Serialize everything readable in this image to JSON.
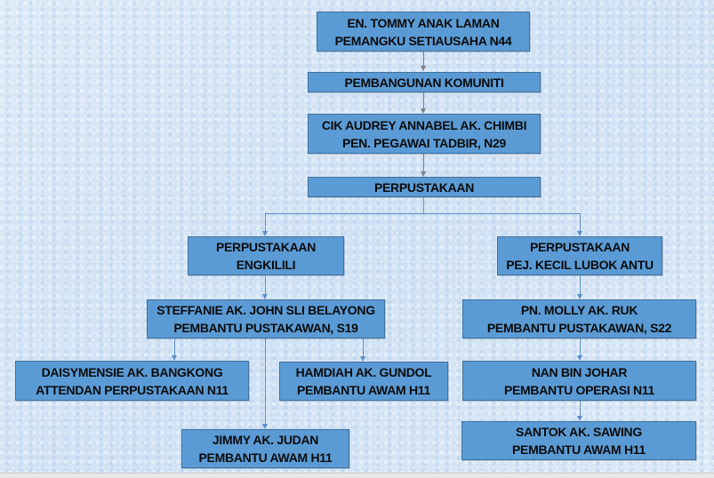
{
  "diagram": {
    "type": "org-chart",
    "colors": {
      "box_fill": "#5b9bd5",
      "box_border": "#41719c",
      "connector": "#5b8fc9",
      "connector_top": "#7f7f7f",
      "background": "#d6e6f6"
    },
    "nodes": {
      "head": {
        "line1": "EN. TOMMY ANAK LAMAN",
        "line2": "PEMANGKU SETIAUSAHA N44"
      },
      "unit_community": {
        "line1": "PEMBANGUNAN KOMUNITI"
      },
      "admin_officer": {
        "line1": "CIK AUDREY ANNABEL AK. CHIMBI",
        "line2": "PEN. PEGAWAI TADBIR, N29"
      },
      "unit_library": {
        "line1": "PERPUSTAKAAN"
      },
      "library_engkilili": {
        "line1": "PERPUSTAKAAN",
        "line2": "ENGKILILI"
      },
      "library_lubok_antu": {
        "line1": "PERPUSTAKAAN",
        "line2": "PEJ. KECIL LUBOK ANTU"
      },
      "steffanie": {
        "line1": "STEFFANIE AK. JOHN SLI BELAYONG",
        "line2": "PEMBANTU PUSTAKAWAN, S19"
      },
      "daisymensie": {
        "line1": "DAISYMENSIE AK. BANGKONG",
        "line2": "ATTENDAN PERPUSTAKAAN N11"
      },
      "hamdiah": {
        "line1": "HAMDIAH AK. GUNDOL",
        "line2": "PEMBANTU AWAM H11"
      },
      "jimmy": {
        "line1": "JIMMY AK. JUDAN",
        "line2": "PEMBANTU AWAM H11"
      },
      "molly": {
        "line1": "PN. MOLLY AK. RUK",
        "line2": "PEMBANTU PUSTAKAWAN, S22"
      },
      "nan": {
        "line1": "NAN BIN JOHAR",
        "line2": "PEMBANTU OPERASI N11"
      },
      "santok": {
        "line1": "SANTOK AK. SAWING",
        "line2": "PEMBANTU AWAM H11"
      }
    },
    "edges": [
      [
        "head",
        "unit_community"
      ],
      [
        "unit_community",
        "admin_officer"
      ],
      [
        "admin_officer",
        "unit_library"
      ],
      [
        "unit_library",
        "library_engkilili"
      ],
      [
        "unit_library",
        "library_lubok_antu"
      ],
      [
        "library_engkilili",
        "steffanie"
      ],
      [
        "steffanie",
        "daisymensie"
      ],
      [
        "steffanie",
        "hamdiah"
      ],
      [
        "steffanie",
        "jimmy"
      ],
      [
        "library_lubok_antu",
        "molly"
      ],
      [
        "molly",
        "nan"
      ],
      [
        "nan",
        "santok"
      ]
    ]
  }
}
